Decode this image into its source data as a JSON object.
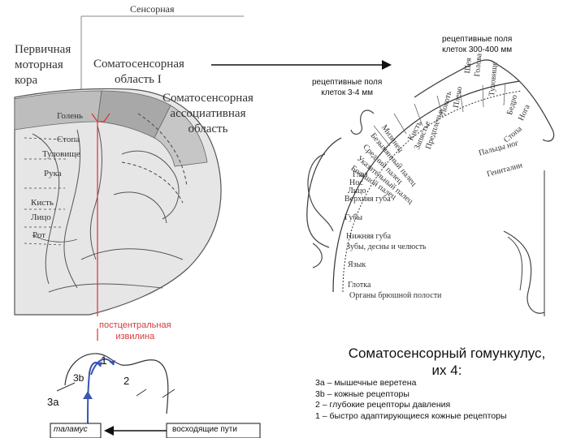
{
  "colors": {
    "accent_red": "#e03030",
    "pathway_blue": "#3a55b0",
    "brain_gray": "#c8c8c8",
    "text_dark": "#222222"
  },
  "header": {
    "sensory": "Сенсорная"
  },
  "brain": {
    "primary_motor_line1": "Первичная",
    "primary_motor_line2": "моторная",
    "primary_motor_line3": "кора",
    "somato1_line1": "Соматосенсорная",
    "somato1_line2": "область I",
    "assoc_line1": "Соматосенсорная",
    "assoc_line2": "ассоциативная",
    "assoc_line3": "область",
    "body_parts": [
      "Голень",
      "Стопа",
      "Туловище",
      "Рука",
      "Кисть",
      "Лицо",
      "Рот"
    ],
    "postcentral_line1": "постцентральная",
    "postcentral_line2": "извилина"
  },
  "receptive": {
    "large_line1": "рецептивные поля",
    "large_line2": "клеток 300-400 мм",
    "small_line1": "рецептивные поля",
    "small_line2": "клеток 3-4 мм"
  },
  "homunculus": {
    "labels_arc": [
      "Плечо",
      "Локоть",
      "Предплечье",
      "Запястье",
      "Кисть",
      "Мизинец",
      "Безымянный палец",
      "Средний палец",
      "Указательный палец",
      "Большой палец",
      "Глаз",
      "Нос",
      "Лицо"
    ],
    "labels_left": [
      "Верхняя губа",
      "Губы",
      "Нижняя губа",
      "Зубы, десны и челюсть",
      "Язык",
      "Глотка",
      "Органы брюшной полости"
    ],
    "labels_top": [
      "Шея",
      "Голова",
      "Туловище",
      "Бедро",
      "Нога"
    ],
    "labels_right": [
      "Стопа",
      "Пальцы ног",
      "Гениталии"
    ]
  },
  "legend": {
    "title_line1": "Соматосенсорный гомункулус,",
    "title_line2": "их 4:",
    "items": [
      "3а – мышечные веретена",
      "3b – кожные рецепторы",
      "2 – глубокие рецепторы давления",
      "1 – быстро адаптирующиеся кожные рецепторы"
    ]
  },
  "pathway": {
    "n1": "1",
    "n3b": "3b",
    "n2": "2",
    "n3a": "3а",
    "thalamus": "таламус",
    "ascending": "восходящие пути"
  }
}
